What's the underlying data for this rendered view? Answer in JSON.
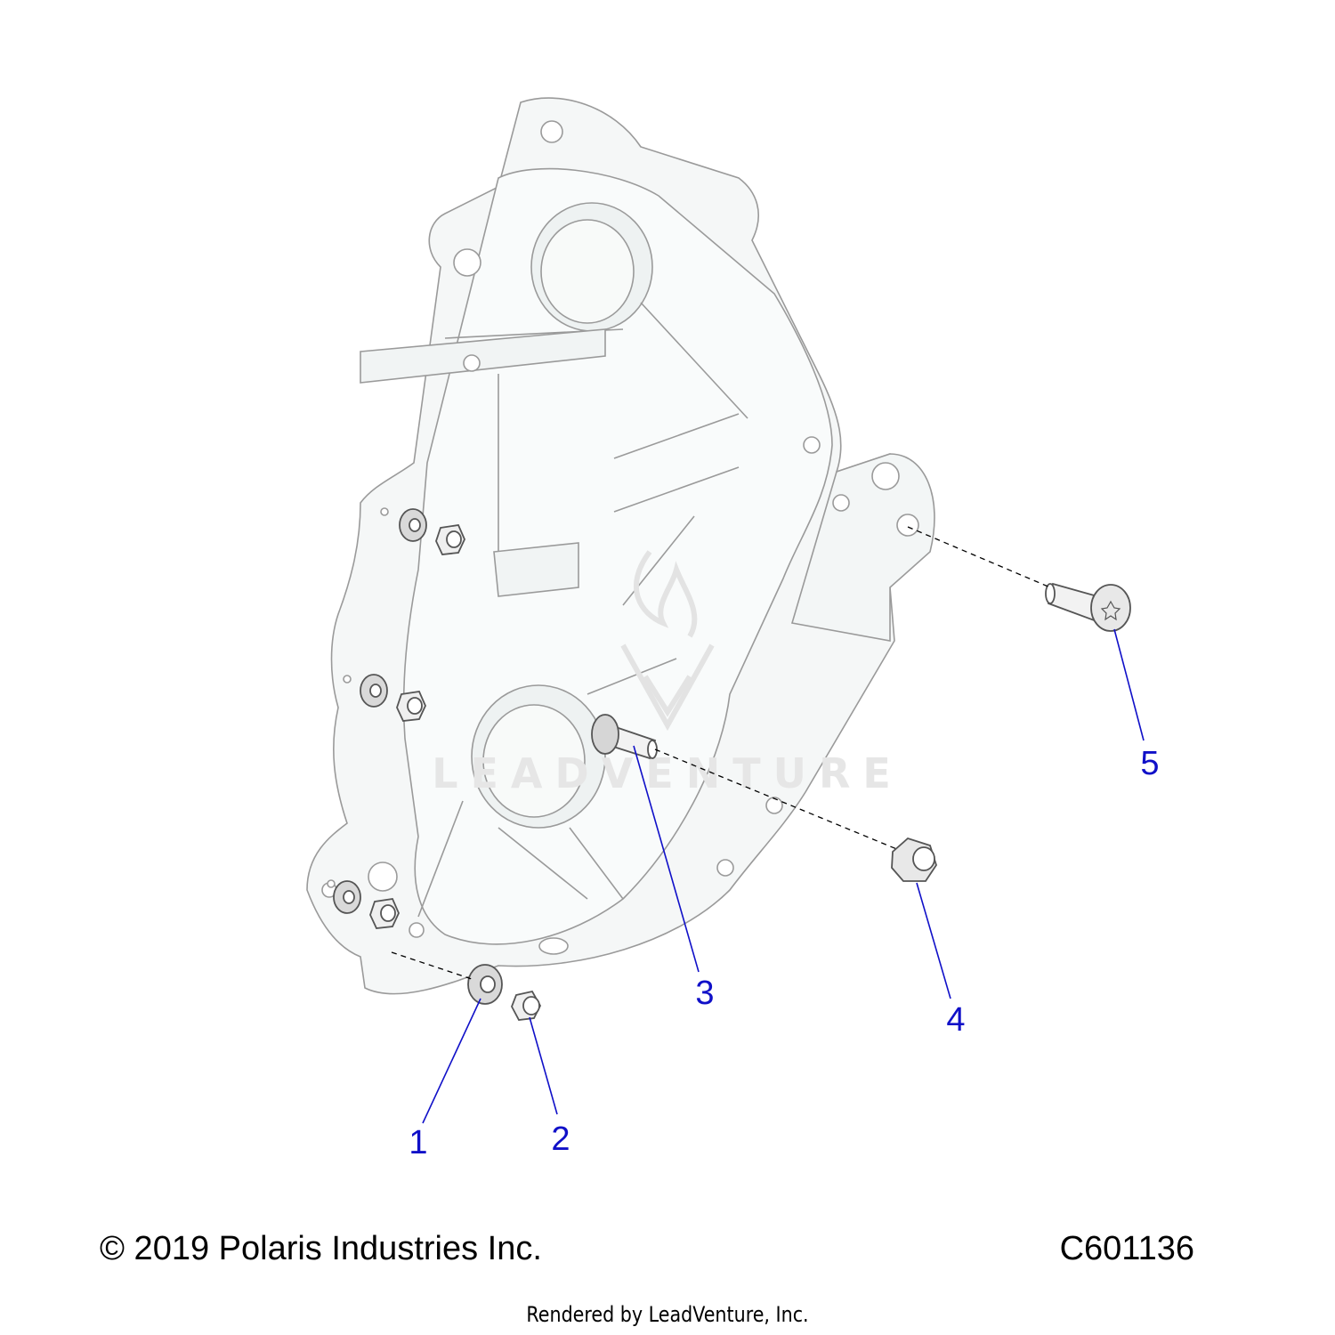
{
  "callouts": [
    {
      "number": "1"
    },
    {
      "number": "2"
    },
    {
      "number": "3"
    },
    {
      "number": "4"
    },
    {
      "number": "5"
    }
  ],
  "watermark": {
    "text": "LEADVENTURE",
    "logo": "leadventure-flame-logo"
  },
  "footer": {
    "copyright": "© 2019 Polaris Industries Inc.",
    "diagram_code": "C601136",
    "rendered_by": "Rendered by LeadVenture, Inc."
  },
  "colors": {
    "callout": "#1010c8",
    "linework": "#9a9a9a",
    "part_fill": "#f4f6f6",
    "hardware_fill": "#e4e4e4",
    "watermark": "#e6e6e6"
  }
}
